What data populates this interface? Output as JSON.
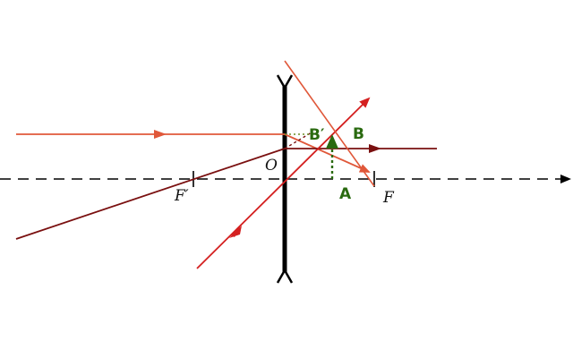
{
  "labels": {
    "focus_object_side": "F′",
    "focus_image_side": "F",
    "optical_center": "O",
    "object_point_top": "B",
    "object_point_base": "A",
    "image_point_top": "B′"
  },
  "colors": {
    "axis": "#000000",
    "lens": "#000000",
    "incident_ray": "#e0583a",
    "central_ray": "#7a1010",
    "focal_ray": "#d42020",
    "object": "#2a6a10",
    "construction": "#6b8e23"
  },
  "lens_type": "diverging (concave) lens"
}
